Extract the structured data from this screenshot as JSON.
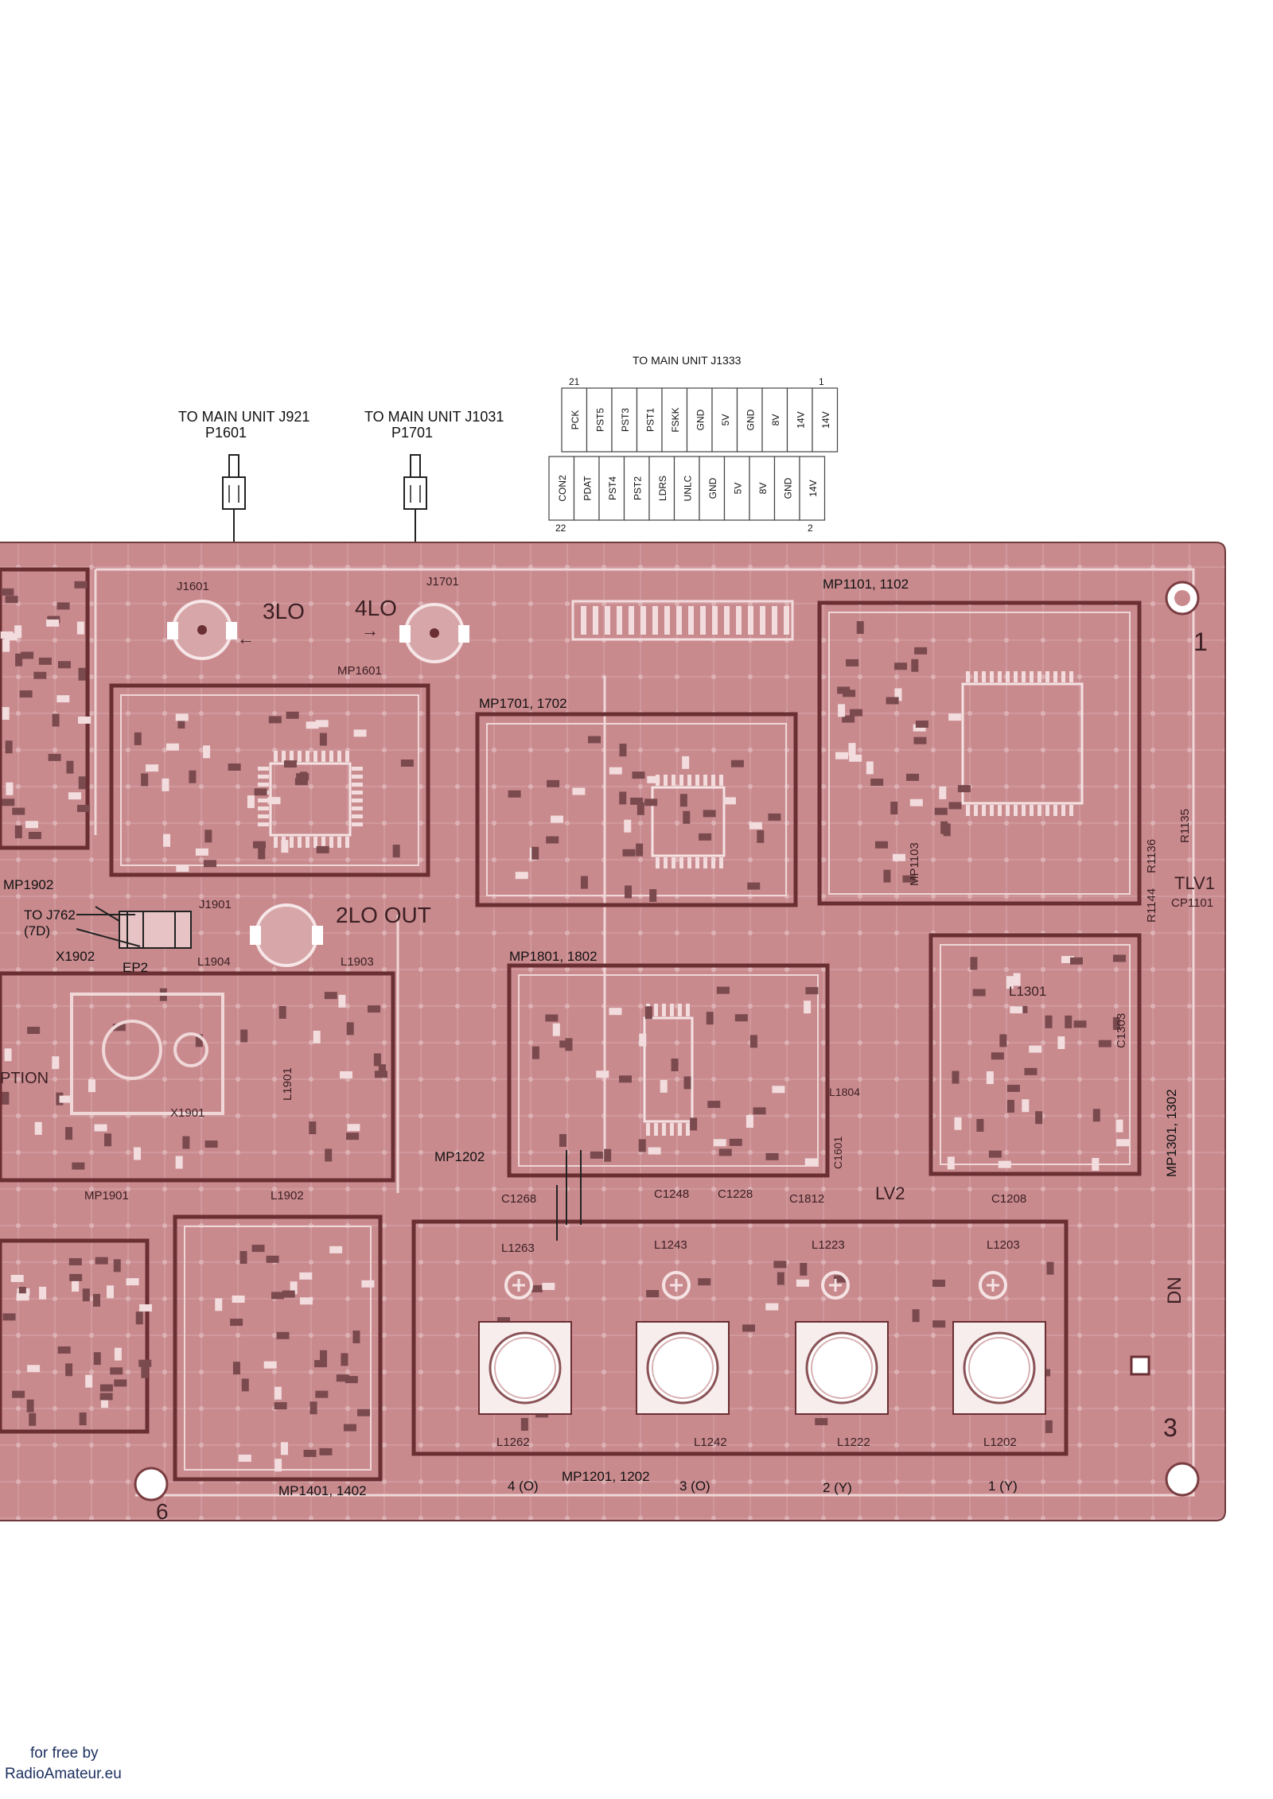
{
  "connector": {
    "title": "TO MAIN UNIT J1333",
    "pin_first_top": "21",
    "pin_last_top": "1",
    "pin_first_bottom": "22",
    "pin_last_bottom": "2",
    "top_row": [
      "PCK",
      "PST5",
      "PST3",
      "PST1",
      "FSKK",
      "GND",
      "5V",
      "GND",
      "8V",
      "14V",
      "14V"
    ],
    "bottom_row": [
      "CON2",
      "PDAT",
      "PST4",
      "PST2",
      "LDRS",
      "UNLC",
      "GND",
      "5V",
      "8V",
      "GND",
      "14V"
    ]
  },
  "plugs": [
    {
      "title": "TO MAIN UNIT J921",
      "ref": "P1601"
    },
    {
      "title": "TO MAIN UNIT J1031",
      "ref": "P1701"
    }
  ],
  "board_labels": {
    "j1601": "J1601",
    "j1701": "J1701",
    "lo3": "3LO",
    "lo4": "4LO",
    "mp1601": "MP1601",
    "mp1701": "MP1701, 1702",
    "mp1101": "MP1101, 1102",
    "mp1103": "MP1103",
    "r1135": "R1135",
    "r1136": "R1136",
    "r1144": "R1144",
    "tlv1": "TLV1",
    "cp1101": "CP1101",
    "mp1902": "MP1902",
    "to_j762": "TO J762",
    "d7": "(7D)",
    "x1902": "X1902",
    "ep2": "EP2",
    "j1901": "J1901",
    "l1904": "L1904",
    "l1903": "L1903",
    "lo2_out": "2LO OUT",
    "option": "PTION",
    "x1901": "X1901",
    "l1901": "L1901",
    "mp1901": "MP1901",
    "l1902": "L1902",
    "mp1801": "MP1801, 1802",
    "mp1202": "MP1202",
    "c1268": "C1268",
    "c1248": "C1248",
    "c1228": "C1228",
    "c1812": "C1812",
    "lv2": "LV2",
    "c1208": "C1208",
    "l1804": "L1804",
    "c1601": "C1601",
    "l1301": "L1301",
    "c1303": "C1303",
    "mp1301": "MP1301, 1302",
    "l1263": "L1263",
    "l1243": "L1243",
    "l1223": "L1223",
    "l1203": "L1203",
    "l1262": "L1262",
    "l1242": "L1242",
    "l1222": "L1222",
    "l1202": "L1202",
    "mp1401": "MP1401, 1402",
    "mp1201": "MP1201, 1202",
    "ch4": "4 (O)",
    "ch3": "3 (O)",
    "ch2": "2 (Y)",
    "ch1": "1 (Y)",
    "corner1": "1",
    "corner3": "3",
    "corner6": "6",
    "dn": "DN"
  },
  "footer": {
    "line1": "for free by",
    "line2": "RadioAmateur.eu"
  },
  "colors": {
    "board": "#c98a8e",
    "board_dark": "#a86468",
    "trace": "#e7c3c5",
    "footer_text": "#1c2f5e"
  }
}
